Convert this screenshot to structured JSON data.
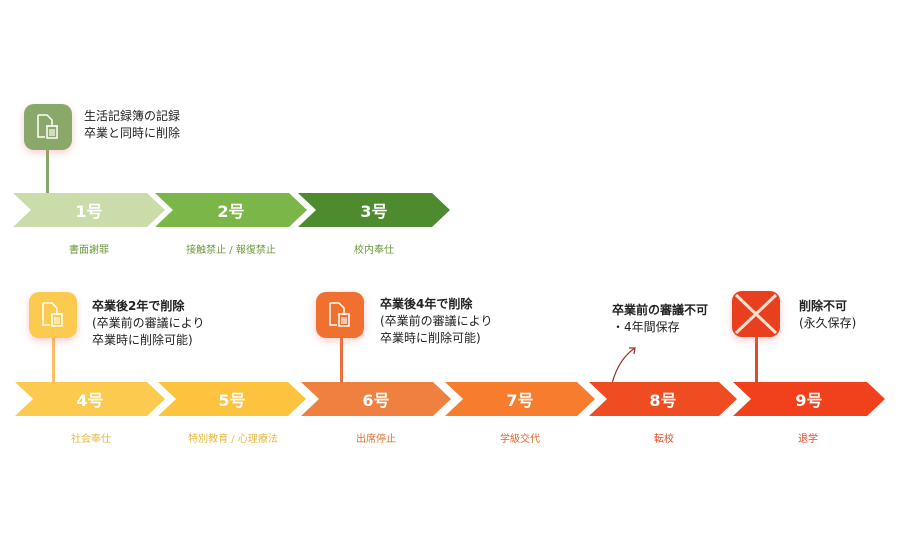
{
  "colors": {
    "green1": "#c9dcaa",
    "green2": "#7ab648",
    "green3": "#4e8a2e",
    "y4": "#fdca50",
    "y5": "#fdc33e",
    "o6": "#ef8040",
    "o7": "#f87c2e",
    "r8": "#f04c22",
    "r9": "#f0401c"
  },
  "row1": {
    "note": {
      "line1": "生活記録簿の記録",
      "line2": "卒業と同時に削除",
      "icon": "document-trash-icon"
    },
    "stages": [
      {
        "num": "1号",
        "label": "書面謝罪"
      },
      {
        "num": "2号",
        "label": "接触禁止 / 報復禁止"
      },
      {
        "num": "3号",
        "label": "校内奉仕"
      }
    ]
  },
  "row2": {
    "note_a": {
      "line1": "卒業後2年で削除",
      "line2": "(卒業前の審議により",
      "line3": "卒業時に削除可能)",
      "icon": "document-trash-icon"
    },
    "note_b": {
      "line1": "卒業後4年で削除",
      "line2": "(卒業前の審議により",
      "line3": "卒業時に削除可能)",
      "icon": "document-trash-icon"
    },
    "note_c": {
      "line1": "卒業前の審議不可",
      "line2": "・4年間保存",
      "icon": "arrow-icon"
    },
    "note_d": {
      "line1": "削除不可",
      "line2": "(永久保存)",
      "icon": "x-icon"
    },
    "stages": [
      {
        "num": "4号",
        "label": "社会奉仕"
      },
      {
        "num": "5号",
        "label": "特別教育 / 心理療法"
      },
      {
        "num": "6号",
        "label": "出席停止"
      },
      {
        "num": "7号",
        "label": "学級交代"
      },
      {
        "num": "8号",
        "label": "転校"
      },
      {
        "num": "9号",
        "label": "退学"
      }
    ]
  }
}
